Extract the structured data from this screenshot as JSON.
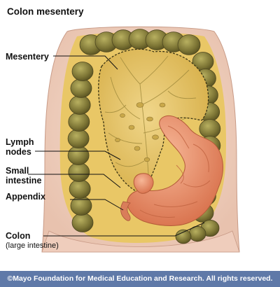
{
  "title": "Colon mesentery",
  "labels": {
    "mesentery": "Mesentery",
    "lymph_line1": "Lymph",
    "lymph_line2": "nodes",
    "small_line1": "Small",
    "small_line2": "intestine",
    "appendix": "Appendix",
    "colon_line1": "Colon",
    "colon_line2": "(large intestine)"
  },
  "footer": "©Mayo Foundation for Medical Education and Research.  All rights reserved.",
  "colors": {
    "skin": "#f2d4c3",
    "colon": "#8a8440",
    "fat": "#e8c866",
    "mesentery": "#e0bd5a",
    "small_intestine": "#e48862",
    "footer_bar": "#5f79a8"
  }
}
